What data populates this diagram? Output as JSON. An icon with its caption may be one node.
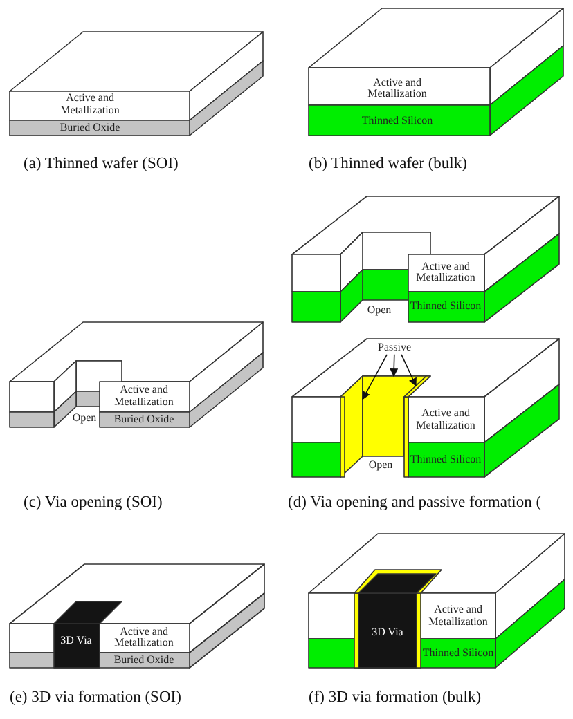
{
  "diagram": {
    "nodes": [
      {
        "text": [
          "Passive"
        ]
      },
      {
        "text": [],
        "shape": "box"
      },
      {
        "text": [],
        "shape": "box"
      },
      {
        "text": [],
        "shape": "box"
      }
    ],
    "edges": [
      {
        "from": 0,
        "to": 1,
        "arrow": "to"
      },
      {
        "from": 0,
        "to": 2,
        "arrow": "to"
      },
      {
        "from": 0,
        "to": 3,
        "arrow": "to"
      }
    ],
    "labels": [
      "Active and Metallization",
      "Buried Oxide",
      "(a) Thinned wafer (SOI)",
      "Active and Metallization",
      "Thinned Silicon",
      "(b) Thinned wafer (bulk)",
      "Active and Metallization",
      "Open",
      "Buried Oxide",
      "(c) Via opening (SOI)",
      "Active and Metallization",
      "Open",
      "Thinned Silicon",
      "Active and Metallization",
      "Open",
      "Thinned Silicon",
      "(d) Via opening and passive formation (",
      "3D Via",
      "Active and Metallization",
      "Buried Oxide",
      "(e) 3D via formation (SOI)",
      "3D Via",
      "Active and Metallization",
      "Thinned Silicon",
      "(f) 3D via formation (bulk)"
    ]
  }
}
